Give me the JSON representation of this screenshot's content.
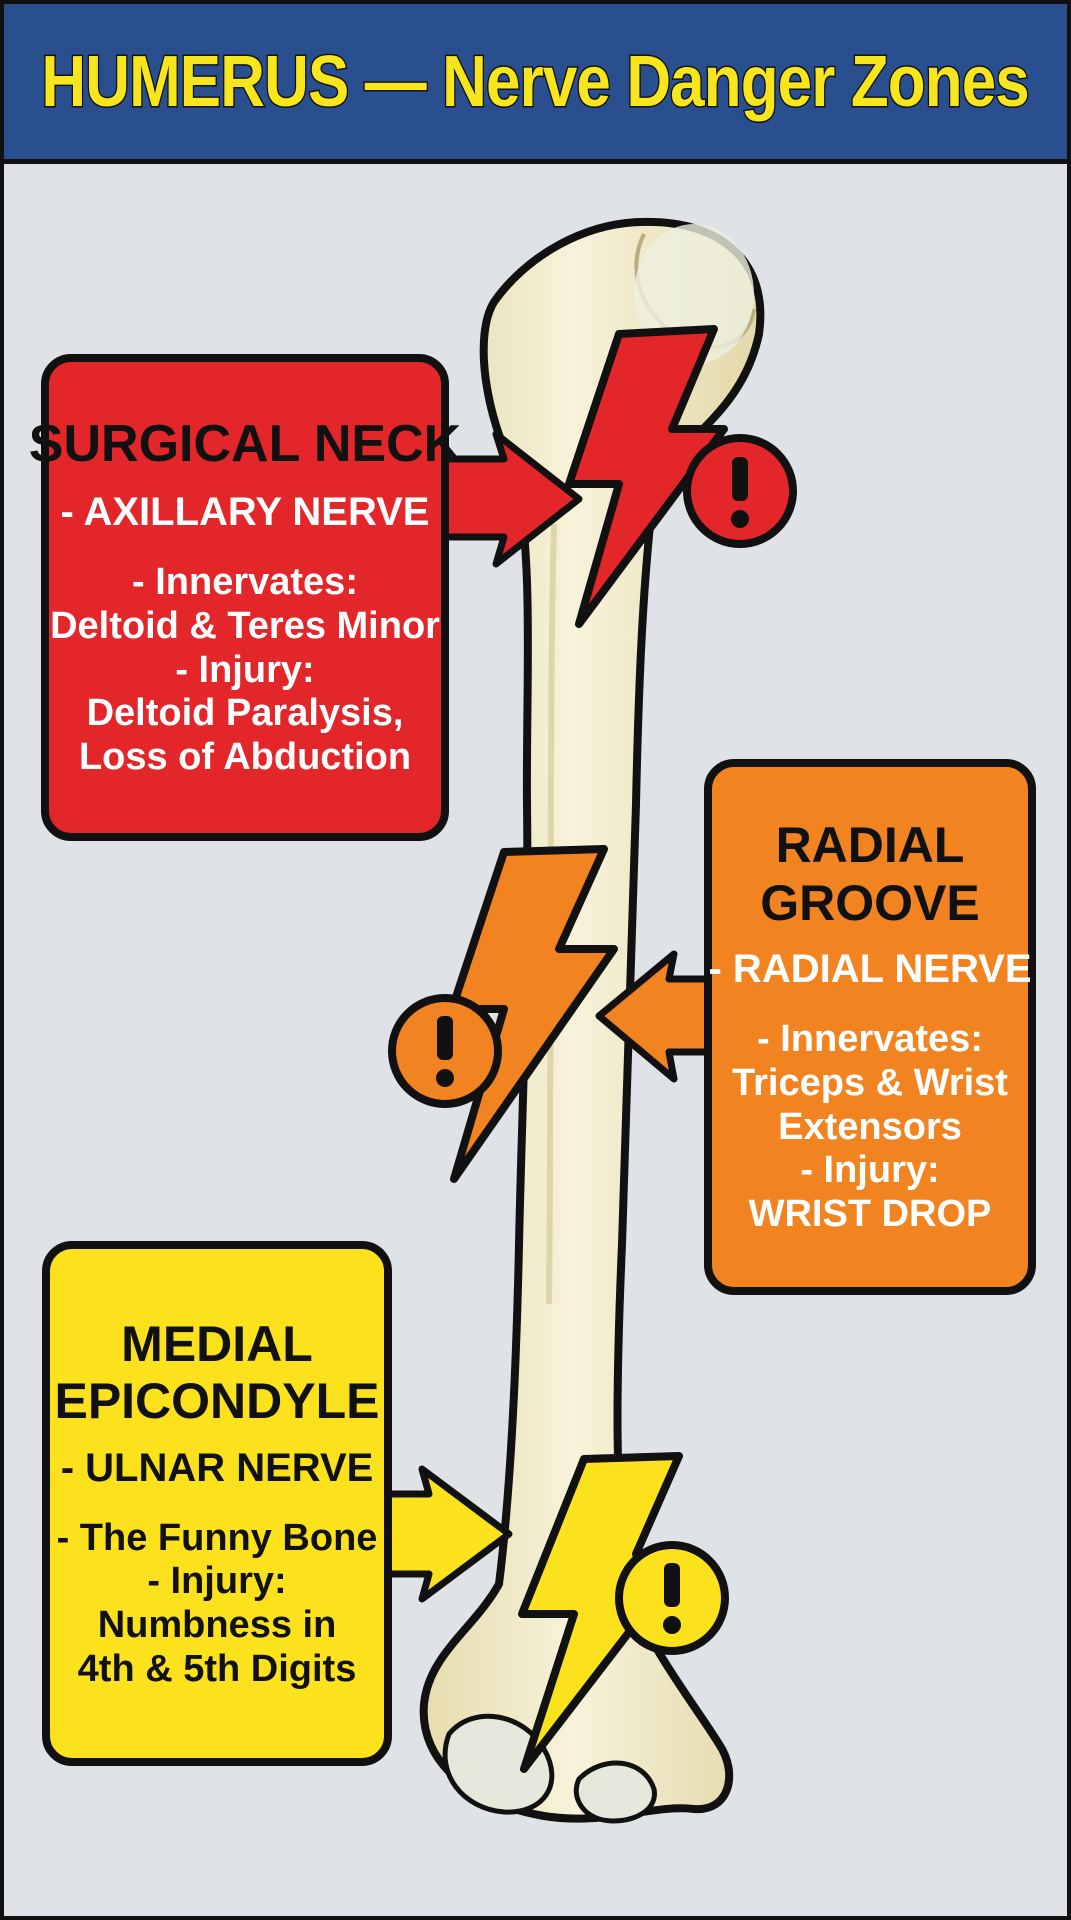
{
  "header": {
    "title": "HUMERUS — Nerve Danger Zones"
  },
  "colors": {
    "background": "#dfe2e7",
    "header_bg": "#2a4f8f",
    "header_text": "#f7e51d",
    "bone": "#f1ebcd",
    "red": "#e3262a",
    "orange": "#f18420",
    "yellow": "#fbe21d",
    "outline": "#111111"
  },
  "zones": {
    "surgical_neck": {
      "title": "SURGICAL NECK",
      "nerve": "- AXILLARY NERVE",
      "desc": [
        "- Innervates:",
        "Deltoid & Teres Minor",
        "- Injury:",
        "Deltoid Paralysis,",
        "Loss of Abduction"
      ],
      "icons": [
        "lightning-bolt-icon",
        "exclamation-icon"
      ]
    },
    "radial_groove": {
      "title": [
        "RADIAL",
        "GROOVE"
      ],
      "nerve": "- RADIAL NERVE",
      "desc": [
        "- Innervates:",
        "Triceps & Wrist",
        "Extensors",
        "- Injury:",
        "WRIST DROP"
      ],
      "icons": [
        "lightning-bolt-icon",
        "exclamation-icon"
      ]
    },
    "medial_epicondyle": {
      "title": [
        "MEDIAL",
        "EPICONDYLE"
      ],
      "nerve": "- ULNAR NERVE",
      "desc": [
        "- The Funny Bone",
        "- Injury:",
        "Numbness in",
        "4th & 5th Digits"
      ],
      "icons": [
        "lightning-bolt-icon",
        "exclamation-icon"
      ]
    }
  },
  "exclamation": "!"
}
